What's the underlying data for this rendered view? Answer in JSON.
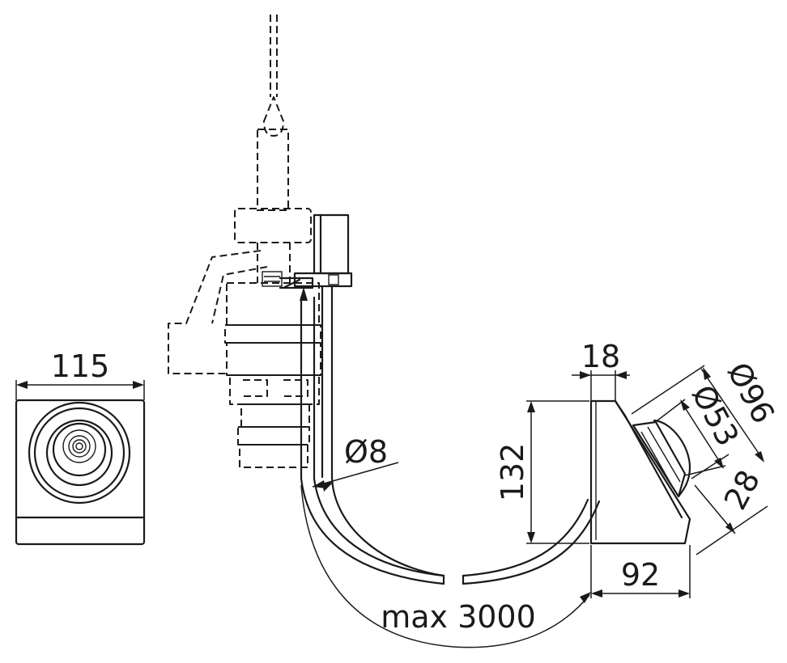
{
  "dimensions": {
    "width_front": "115",
    "tube_diameter": "Ø8",
    "hose_length": "max 3000",
    "button_depth": "18",
    "button_height": "132",
    "button_width": "92",
    "outer_diameter": "Ø96",
    "inner_diameter": "Ø53",
    "offset": "28"
  }
}
